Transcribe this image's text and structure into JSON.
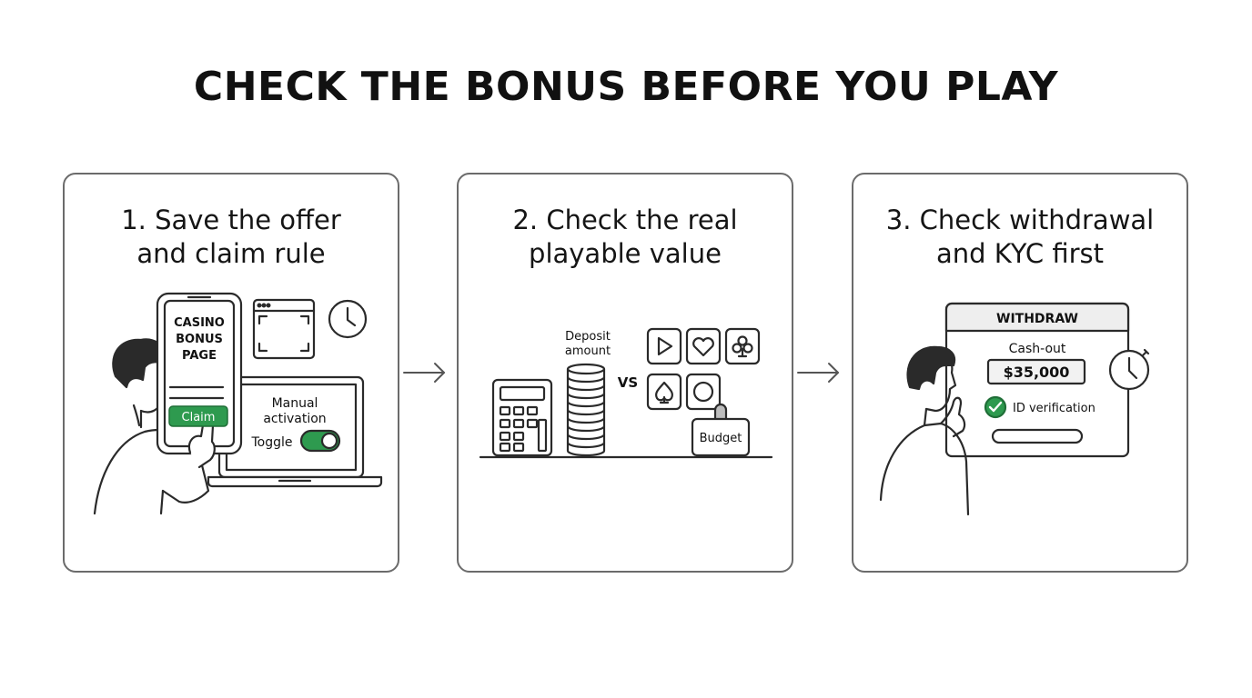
{
  "title": "CHECK THE BONUS BEFORE YOU PLAY",
  "colors": {
    "accent_green": "#2e9a4f",
    "stroke": "#2a2a2a",
    "panel_border": "#6b6b6b"
  },
  "steps": [
    {
      "title_line1": "1. Save the offer",
      "title_line2": "and claim rule",
      "phone_line1": "CASINO",
      "phone_line2": "BONUS",
      "phone_line3": "PAGE",
      "claim_label": "Claim",
      "laptop_line1": "Manual",
      "laptop_line2": "activation",
      "toggle_label": "Toggle"
    },
    {
      "title_line1": "2. Check the real",
      "title_line2": "playable value",
      "deposit_line1": "Deposit",
      "deposit_line2": "amount",
      "vs_label": "VS",
      "budget_label": "Budget"
    },
    {
      "title_line1": "3. Check withdrawal",
      "title_line2": "and KYC first",
      "window_title": "WITHDRAW",
      "cashout_label": "Cash-out",
      "cashout_amount": "$35,000",
      "verification_label": "ID verification"
    }
  ]
}
